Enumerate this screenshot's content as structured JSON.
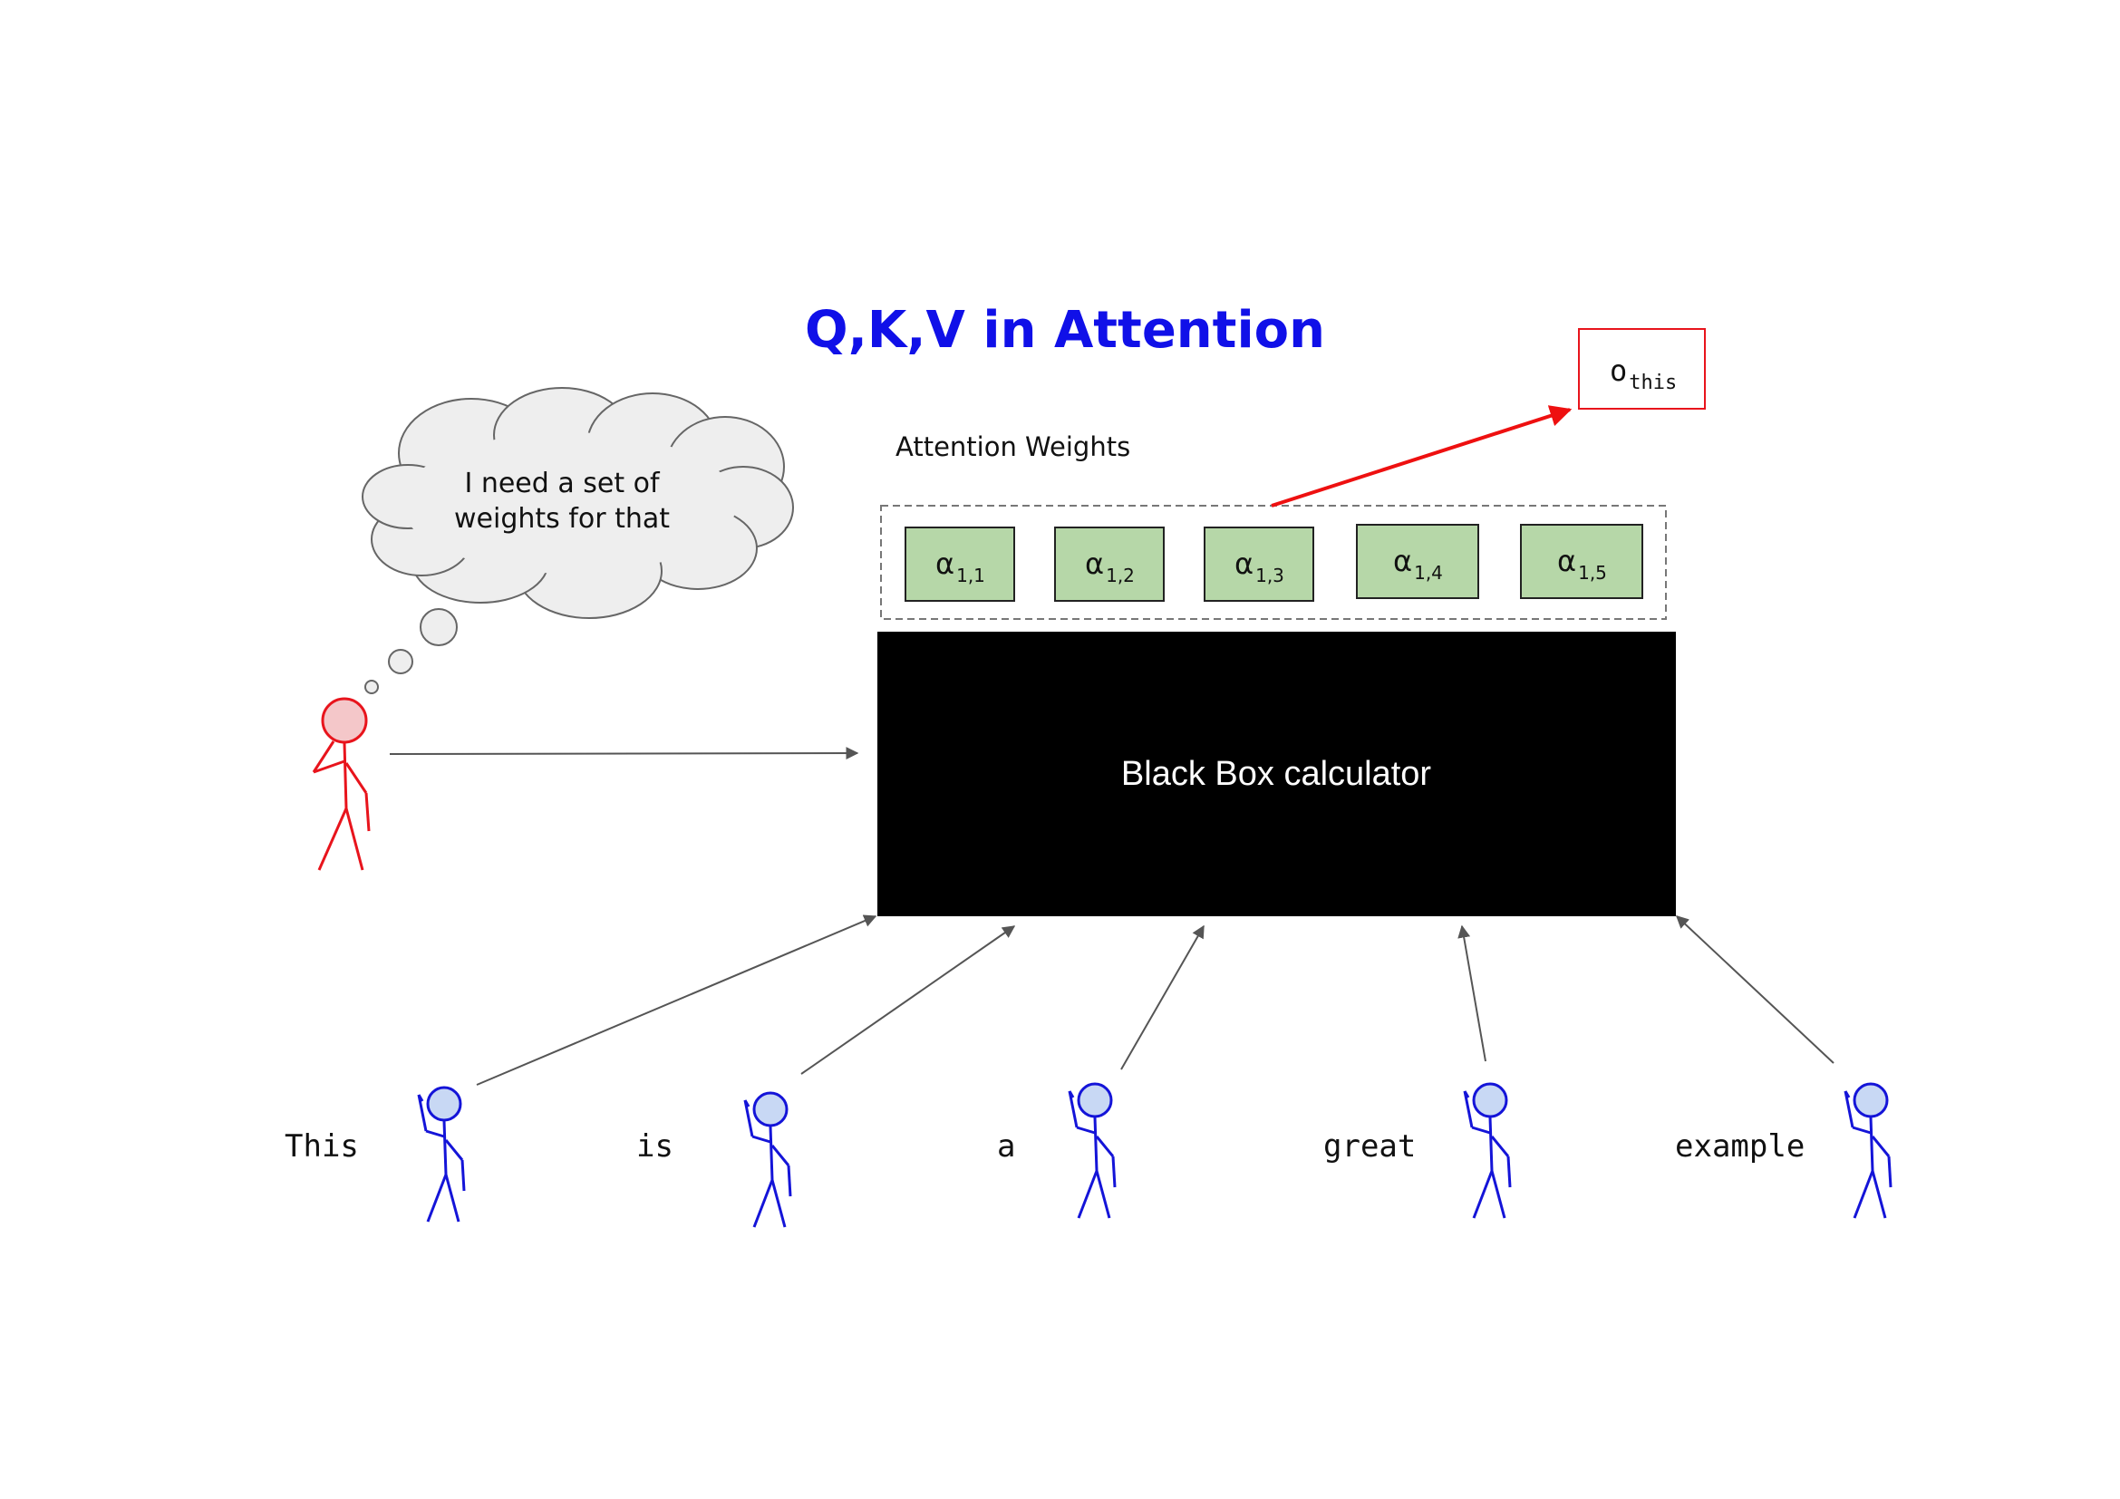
{
  "title": "Q,K,V in Attention",
  "thought": {
    "line1": "I need a set of",
    "line2": "weights for that"
  },
  "weights": {
    "label": "Attention Weights",
    "alpha_symbol": "α",
    "items": [
      {
        "sub": "1,1"
      },
      {
        "sub": "1,2"
      },
      {
        "sub": "1,3"
      },
      {
        "sub": "1,4"
      },
      {
        "sub": "1,5"
      }
    ]
  },
  "output": {
    "symbol": "o",
    "sub": "this"
  },
  "black_box": {
    "label": "Black Box calculator"
  },
  "words": [
    "This",
    "is",
    "a",
    "great",
    "example"
  ],
  "colors": {
    "query_person": "#e8141c",
    "query_head_fill": "#f4c7c9",
    "key_person": "#1414d8",
    "key_head_fill": "#c8d8f4",
    "weight_fill": "#b6d7a8",
    "title": "#1010e8",
    "output_arrow": "#ee1010",
    "arrow": "#555555",
    "cloud_fill": "#eeeeee"
  }
}
